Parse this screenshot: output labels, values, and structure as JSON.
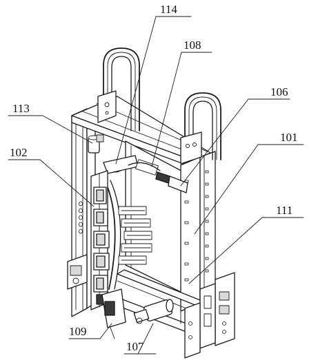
{
  "figure": {
    "part_labels": [
      "114",
      "108",
      "106",
      "113",
      "101",
      "102",
      "111",
      "109",
      "107"
    ]
  },
  "colors": {
    "ink": "#1a1a1a",
    "background": "#ffffff",
    "shade": "#d9d9d9"
  }
}
